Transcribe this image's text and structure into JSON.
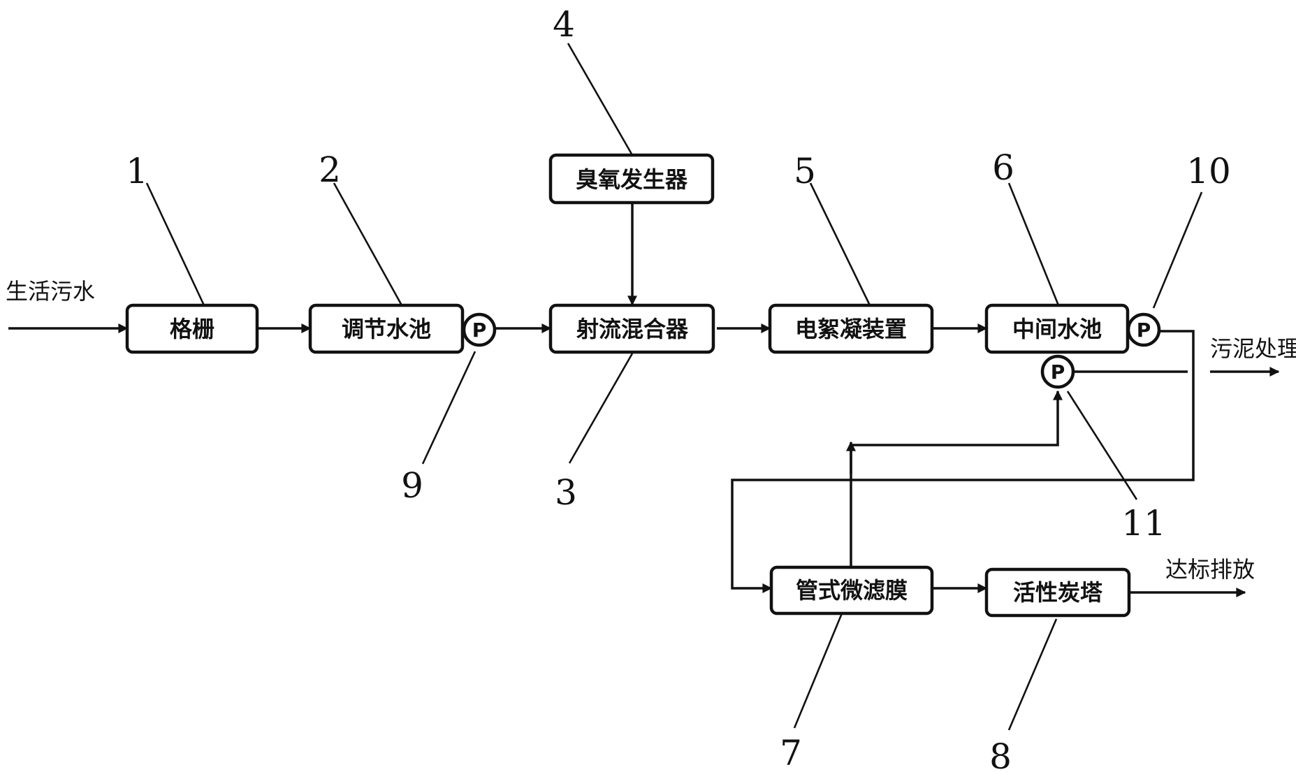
{
  "diagram": {
    "inlet_label": "生活污水",
    "sludge_label": "污泥处理",
    "discharge_label": "达标排放",
    "units": [
      {
        "id": "grille",
        "label": "格栅",
        "number": "1"
      },
      {
        "id": "regulating-tank",
        "label": "调节水池",
        "number": "2"
      },
      {
        "id": "jet-mixer",
        "label": "射流混合器",
        "number": "3"
      },
      {
        "id": "ozone-generator",
        "label": "臭氧发生器",
        "number": "4"
      },
      {
        "id": "electroflocculation-unit",
        "label": "电絮凝装置",
        "number": "5"
      },
      {
        "id": "intermediate-tank",
        "label": "中间水池",
        "number": "6"
      },
      {
        "id": "tubular-microfiltration-membrane",
        "label": "管式微滤膜",
        "number": "7"
      },
      {
        "id": "activated-carbon-tower",
        "label": "活性炭塔",
        "number": "8"
      }
    ],
    "pumps": [
      {
        "id": "pump-9",
        "symbol": "P",
        "number": "9"
      },
      {
        "id": "pump-10",
        "symbol": "P",
        "number": "10"
      },
      {
        "id": "pump-11",
        "symbol": "P",
        "number": "11"
      }
    ]
  }
}
